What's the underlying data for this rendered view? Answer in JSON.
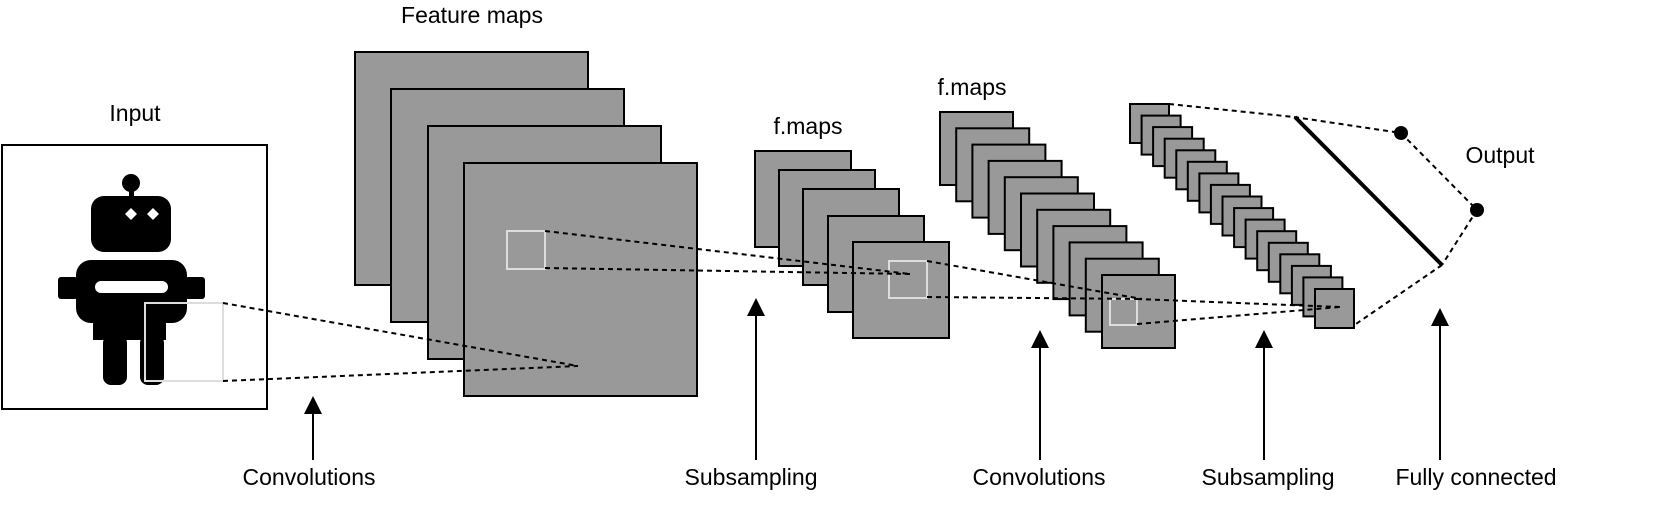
{
  "labels": {
    "input": "Input",
    "feature_maps": "Feature maps",
    "fmaps_1": "f.maps",
    "fmaps_2": "f.maps",
    "output": "Output"
  },
  "stages": {
    "convolutions_1": "Convolutions",
    "subsampling_1": "Subsampling",
    "convolutions_2": "Convolutions",
    "subsampling_2": "Subsampling",
    "fully_connected": "Fully connected"
  },
  "colors": {
    "feature_map_fill": "#999999",
    "stroke": "#000000",
    "receptive_field": "#dddddd",
    "background": "#ffffff"
  },
  "icons": {
    "input_image": "robot-icon"
  }
}
